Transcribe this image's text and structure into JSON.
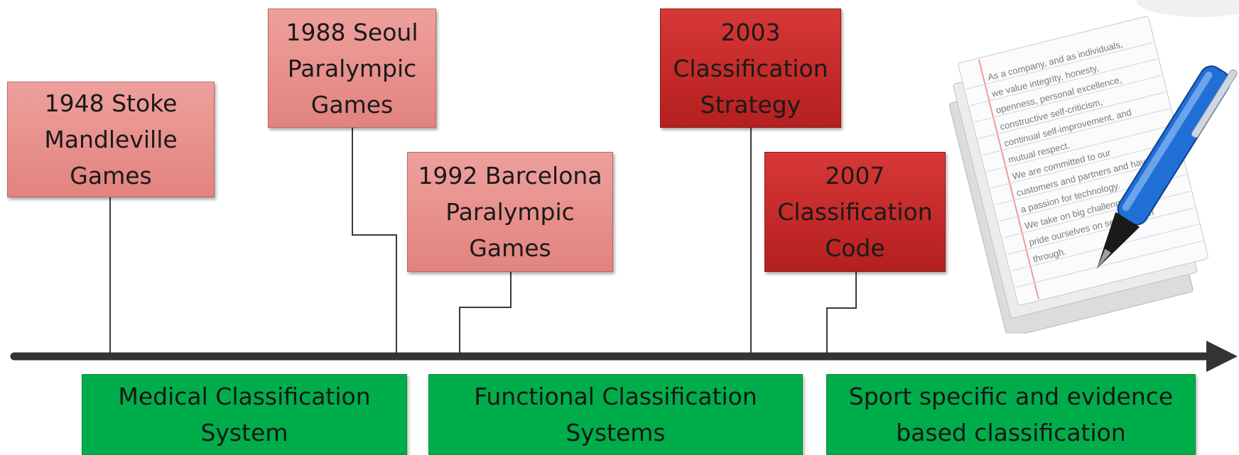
{
  "milestones": [
    {
      "label": "1948 Stoke\nMandleville\nGames"
    },
    {
      "label": "1988 Seoul\nParalympic\nGames"
    },
    {
      "label": "1992 Barcelona\nParalympic\nGames"
    },
    {
      "label": "2003\nClassification\nStrategy"
    },
    {
      "label": "2007\nClassification\nCode"
    }
  ],
  "eras": [
    {
      "label": "Medical Classification\nSystem"
    },
    {
      "label": "Functional Classification\nSystems"
    },
    {
      "label": "Sport specific and evidence\nbased classification"
    }
  ],
  "document_text": [
    "As a company, and as individuals,",
    "we value integrity, honesty,",
    "openness, personal excellence,",
    "constructive self-criticism,",
    "continual self-improvement, and",
    "mutual respect.",
    "We are committed to our",
    "customers and partners and have",
    "a passion for technology.",
    "We take on big challenges,",
    "pride ourselves on seeing them",
    "through."
  ],
  "colors": {
    "milestone_light": "#e58a85",
    "milestone_dark": "#c62a29",
    "era_green": "#00ad4b",
    "axis": "#333333",
    "pen": "#1f6fd6"
  }
}
